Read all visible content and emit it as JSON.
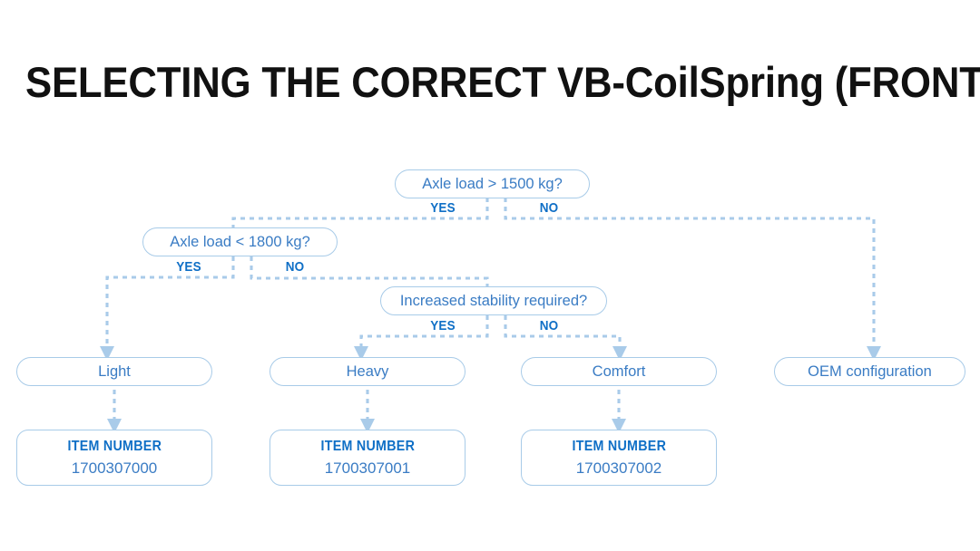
{
  "page": {
    "title": "SELECTING THE CORRECT VB-CoilSpring (FRONT AXLE)",
    "background_color": "#ffffff",
    "title_color": "#111111"
  },
  "colors": {
    "node_border": "#a8cbe8",
    "node_text": "#3a7cc4",
    "branch_label": "#0f6fc6",
    "connector": "#a9cbe9"
  },
  "chart_data": {
    "type": "diagram",
    "title": "SELECTING THE CORRECT VB-CoilSpring (FRONT AXLE)",
    "diagram_kind": "decision-flowchart",
    "nodes": [
      {
        "id": "d1",
        "kind": "decision",
        "label": "Axle load > 1500 kg?"
      },
      {
        "id": "d2",
        "kind": "decision",
        "label": "Axle load < 1800 kg?"
      },
      {
        "id": "d3",
        "kind": "decision",
        "label": "Increased stability required?"
      },
      {
        "id": "r_light",
        "kind": "result",
        "label": "Light"
      },
      {
        "id": "r_heavy",
        "kind": "result",
        "label": "Heavy"
      },
      {
        "id": "r_comfort",
        "kind": "result",
        "label": "Comfort"
      },
      {
        "id": "r_oem",
        "kind": "result",
        "label": "OEM configuration"
      },
      {
        "id": "i1",
        "kind": "item",
        "caption": "ITEM NUMBER",
        "value": "1700307000"
      },
      {
        "id": "i2",
        "kind": "item",
        "caption": "ITEM NUMBER",
        "value": "1700307001"
      },
      {
        "id": "i3",
        "kind": "item",
        "caption": "ITEM NUMBER",
        "value": "1700307002"
      }
    ],
    "edges": [
      {
        "from": "d1",
        "to": "d2",
        "label": "YES"
      },
      {
        "from": "d1",
        "to": "r_oem",
        "label": "NO"
      },
      {
        "from": "d2",
        "to": "r_light",
        "label": "YES"
      },
      {
        "from": "d2",
        "to": "d3",
        "label": "NO"
      },
      {
        "from": "d3",
        "to": "r_heavy",
        "label": "YES"
      },
      {
        "from": "d3",
        "to": "r_comfort",
        "label": "NO"
      },
      {
        "from": "r_light",
        "to": "i1",
        "label": ""
      },
      {
        "from": "r_heavy",
        "to": "i2",
        "label": ""
      },
      {
        "from": "r_comfort",
        "to": "i3",
        "label": ""
      }
    ]
  },
  "decisions": {
    "d1": {
      "label": "Axle load > 1500 kg?",
      "yes": "YES",
      "no": "NO"
    },
    "d2": {
      "label": "Axle load < 1800 kg?",
      "yes": "YES",
      "no": "NO"
    },
    "d3": {
      "label": "Increased stability required?",
      "yes": "YES",
      "no": "NO"
    }
  },
  "results": {
    "light": "Light",
    "heavy": "Heavy",
    "comfort": "Comfort",
    "oem": "OEM configuration"
  },
  "items": {
    "light": {
      "caption": "ITEM NUMBER",
      "value": "1700307000"
    },
    "heavy": {
      "caption": "ITEM NUMBER",
      "value": "1700307001"
    },
    "comfort": {
      "caption": "ITEM NUMBER",
      "value": "1700307002"
    }
  }
}
